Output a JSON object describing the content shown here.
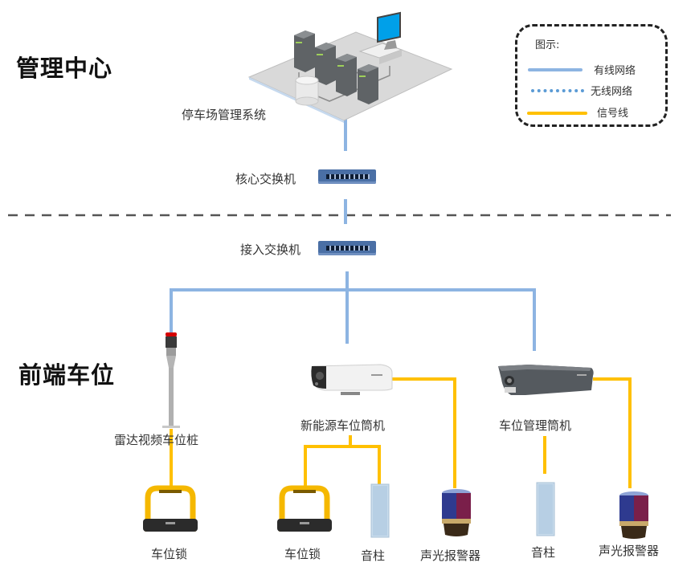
{
  "zones": {
    "management": "管理中心",
    "frontend": "前端车位"
  },
  "legend": {
    "title": "图示:",
    "items": [
      {
        "label": "有线网络",
        "style": "solid",
        "color": "#8db4e2"
      },
      {
        "label": "无线网络",
        "style": "dotted",
        "color": "#5b9bd5"
      },
      {
        "label": "信号线",
        "style": "solid",
        "color": "#ffc000"
      }
    ]
  },
  "nodes": {
    "system": "停车场管理系统",
    "core_switch": "核心交换机",
    "access_switch": "接入交换机",
    "radar_pile": "雷达视频车位桩",
    "ev_camera": "新能源车位筒机",
    "space_camera": "车位管理筒机",
    "lock1": "车位锁",
    "lock2": "车位锁",
    "speaker1": "音柱",
    "alarm1": "声光报警器",
    "speaker2": "音柱",
    "alarm2": "声光报警器"
  },
  "colors": {
    "wired": "#8db4e2",
    "signal": "#ffc000",
    "divider": "#555555"
  }
}
